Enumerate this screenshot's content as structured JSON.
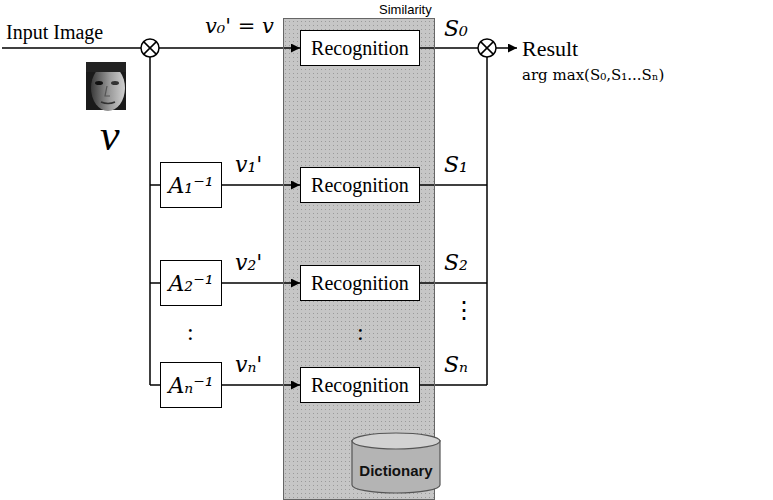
{
  "diagram": {
    "nodes": [
      {
        "text": [
          "Similarity"
        ]
      },
      {
        "text": [
          "Recognition"
        ],
        "in": 0
      },
      {
        "text": [
          "A₁⁻¹"
        ]
      },
      {
        "text": [
          "Recognition"
        ],
        "in": 0
      },
      {
        "text": [
          "A₂⁻¹"
        ]
      },
      {
        "text": [
          "Recognition"
        ],
        "in": 0
      },
      {
        "text": [
          "Aₙ⁻¹"
        ]
      },
      {
        "text": [
          "Recognition"
        ],
        "in": 0
      },
      {
        "text": [
          "Dictionary"
        ],
        "in": 0
      }
    ],
    "edges": [
      {
        "from": 2,
        "to": 3,
        "arrow": "to"
      },
      {
        "from": 4,
        "to": 5,
        "arrow": "to"
      },
      {
        "from": 6,
        "to": 7,
        "arrow": "to"
      }
    ],
    "labels": [
      "Input Image",
      "v",
      "v₀' = v",
      "v₁'",
      "v₂'",
      ":",
      "vₙ'",
      ":",
      "S₀",
      "S₁",
      "S₂",
      "⋮",
      "Sₙ",
      "Result",
      "arg max(S₀,S₁...Sₙ)"
    ]
  }
}
